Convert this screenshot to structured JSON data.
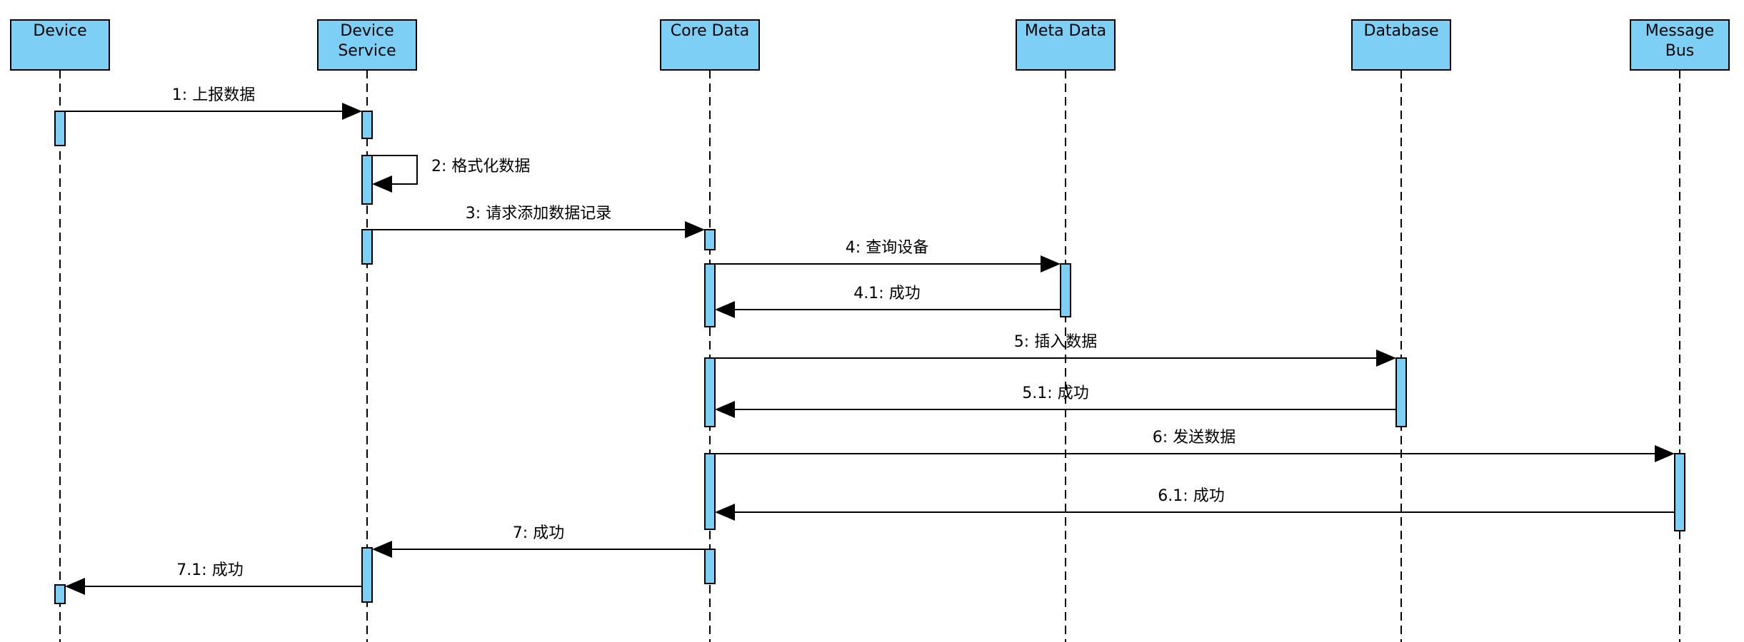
{
  "participants": [
    {
      "id": "device",
      "lines": [
        "Device"
      ]
    },
    {
      "id": "device-service",
      "lines": [
        "Device",
        "Service"
      ]
    },
    {
      "id": "core-data",
      "lines": [
        "Core Data"
      ]
    },
    {
      "id": "meta-data",
      "lines": [
        "Meta Data"
      ]
    },
    {
      "id": "database",
      "lines": [
        "Database"
      ]
    },
    {
      "id": "message-bus",
      "lines": [
        "Message",
        "Bus"
      ]
    }
  ],
  "messages": [
    {
      "label": "1: 上报数据",
      "from": "device",
      "to": "device-service"
    },
    {
      "label": "2: 格式化数据",
      "from": "device-service",
      "to": "device-service",
      "self": true
    },
    {
      "label": "3: 请求添加数据记录",
      "from": "device-service",
      "to": "core-data"
    },
    {
      "label": "4: 查询设备",
      "from": "core-data",
      "to": "meta-data"
    },
    {
      "label": "4.1: 成功",
      "from": "meta-data",
      "to": "core-data"
    },
    {
      "label": "5: 插入数据",
      "from": "core-data",
      "to": "database"
    },
    {
      "label": "5.1: 成功",
      "from": "database",
      "to": "core-data"
    },
    {
      "label": "6: 发送数据",
      "from": "core-data",
      "to": "message-bus"
    },
    {
      "label": "6.1: 成功",
      "from": "message-bus",
      "to": "core-data"
    },
    {
      "label": "7: 成功",
      "from": "core-data",
      "to": "device-service"
    },
    {
      "label": "7.1: 成功",
      "from": "device-service",
      "to": "device"
    }
  ],
  "colors": {
    "participant_fill": "#7dcff5",
    "activation_fill": "#7dcff5",
    "line": "#000000",
    "background": "#ffffff"
  }
}
